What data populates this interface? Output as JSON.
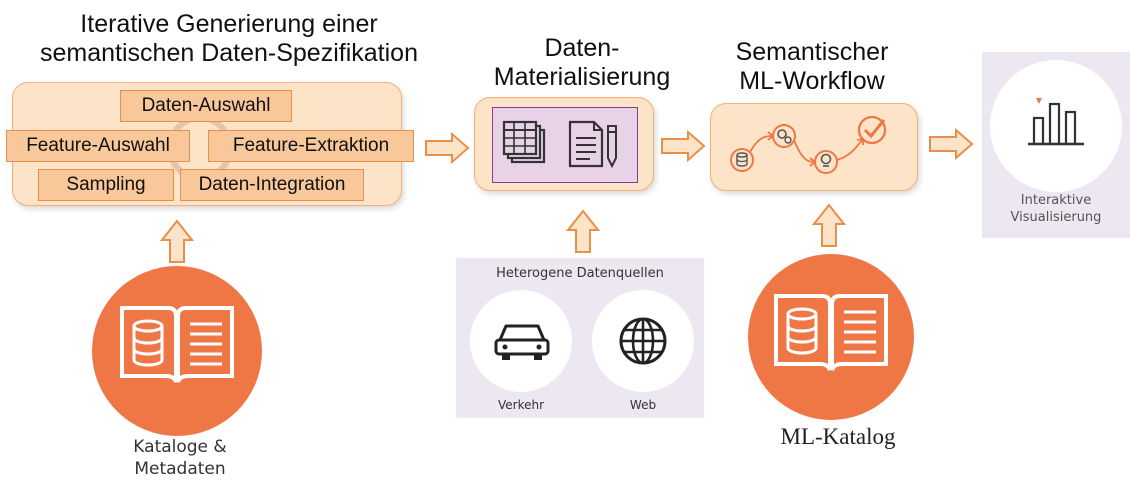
{
  "stage1": {
    "title_line1": "Iterative Generierung einer",
    "title_line2": "semantischen Daten-Spezifikation",
    "chips": [
      "Daten-Auswahl",
      "Feature-Auswahl",
      "Feature-Extraktion",
      "Sampling",
      "Daten-Integration"
    ]
  },
  "stage2": {
    "title_line1": "Daten-",
    "title_line2": "Materialisierung"
  },
  "stage3": {
    "title_line1": "Semantischer",
    "title_line2": "ML-Workflow"
  },
  "stage4": {
    "label_line1": "Interaktive",
    "label_line2": "Visualisierung"
  },
  "sources": {
    "title": "Heterogene Datenquellen",
    "items": [
      "Verkehr",
      "Web"
    ]
  },
  "catalog_left": {
    "label_line1": "Kataloge &",
    "label_line2": "Metadaten"
  },
  "catalog_right": {
    "label": "ML-Katalog"
  },
  "colors": {
    "box_fill": "#fde3c7",
    "chip_fill": "#f8c79a",
    "accent_orange": "#ee7745",
    "panel_gray": "#ece7f0",
    "purple_inner": "#e8d2e8"
  }
}
